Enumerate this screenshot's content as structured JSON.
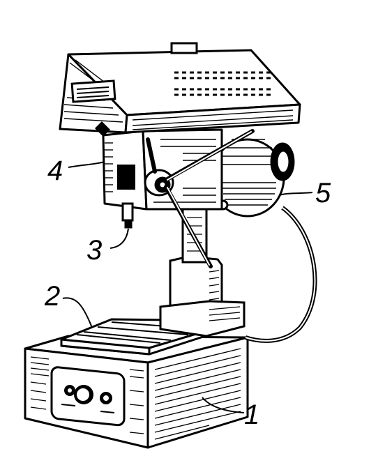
{
  "callouts": [
    {
      "id": "base",
      "label": "1"
    },
    {
      "id": "table",
      "label": "2"
    },
    {
      "id": "spindle",
      "label": "3"
    },
    {
      "id": "spindle-head",
      "label": "4"
    },
    {
      "id": "motor",
      "label": "5"
    }
  ],
  "colors": {
    "ink": "#000000",
    "paper": "#ffffff"
  }
}
